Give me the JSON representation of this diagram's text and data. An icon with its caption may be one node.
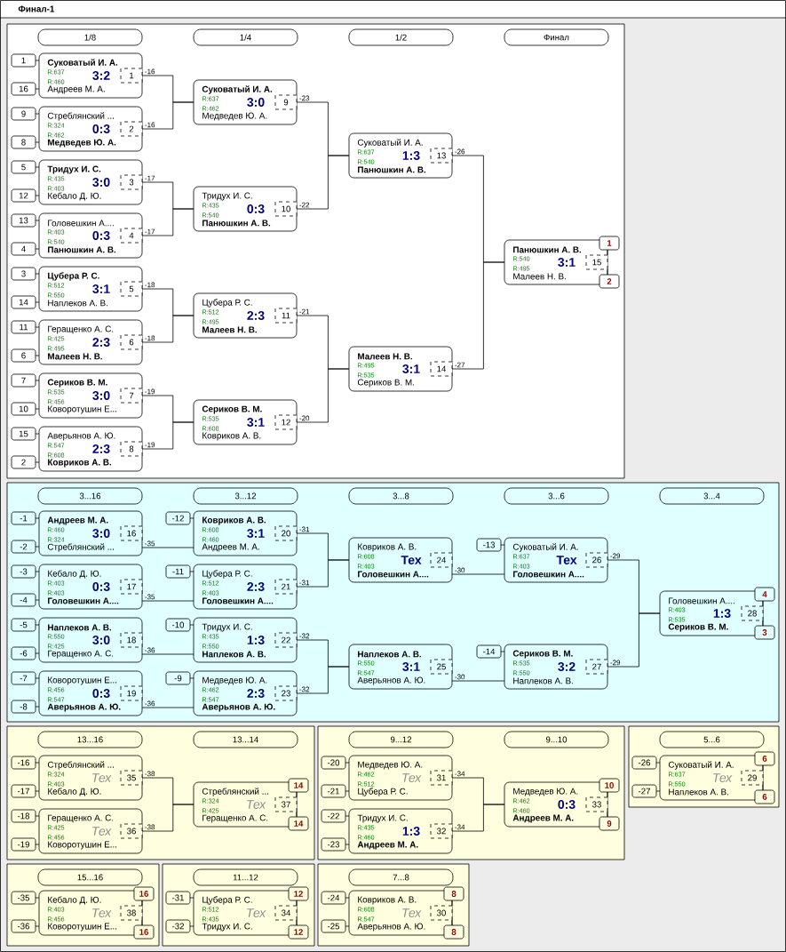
{
  "diagram": {
    "title": "Финал-1",
    "nodes": [
      {
        "text": [],
        "shape": "box"
      },
      {
        "text": [
          "1/8"
        ],
        "in": 0
      },
      {
        "text": [
          "1/4"
        ],
        "in": 0
      },
      {
        "text": [
          "1/2"
        ],
        "in": 0
      },
      {
        "text": [
          "Финал"
        ],
        "in": 0
      },
      {
        "text": [
          "**Суковатый И. А.**",
          "R:637",
          "3:2",
          "R:460",
          "Андреев М. А."
        ],
        "in": 0
      },
      {
        "text": [
          "1"
        ],
        "in": 5
      },
      {
        "text": [
          "1"
        ],
        "in": 0
      },
      {
        "text": [
          "16"
        ],
        "in": 0
      },
      {
        "text": [
          "Стреблянский ...",
          "R:324",
          "0:3",
          "R:462",
          "**Медведев Ю. А.**"
        ],
        "in": 0
      },
      {
        "text": [
          "2"
        ],
        "in": 9
      },
      {
        "text": [
          "9"
        ],
        "in": 0
      },
      {
        "text": [
          "8"
        ],
        "in": 0
      },
      {
        "text": [
          "**Тридух И. С.**",
          "R:435",
          "3:0",
          "R:403",
          "Кебало Д. Ю."
        ],
        "in": 0
      },
      {
        "text": [
          "3"
        ],
        "in": 13
      },
      {
        "text": [
          "5"
        ],
        "in": 0
      },
      {
        "text": [
          "12"
        ],
        "in": 0
      },
      {
        "text": [
          "Головешкин А....",
          "R:403",
          "0:3",
          "R:540",
          "**Панюшкин А. В.**"
        ],
        "in": 0
      },
      {
        "text": [
          "4"
        ],
        "in": 17
      },
      {
        "text": [
          "13"
        ],
        "in": 0
      },
      {
        "text": [
          "4"
        ],
        "in": 0
      },
      {
        "text": [
          "**Цубера Р. С.**",
          "R:512",
          "3:1",
          "R:550",
          "Наплеков А. В."
        ],
        "in": 0
      },
      {
        "text": [
          "5"
        ],
        "in": 21
      },
      {
        "text": [
          "3"
        ],
        "in": 0
      },
      {
        "text": [
          "14"
        ],
        "in": 0
      },
      {
        "text": [
          "Геращенко А. С.",
          "R:425",
          "2:3",
          "R:495",
          "**Малеев Н. В.**"
        ],
        "in": 0
      },
      {
        "text": [
          "6"
        ],
        "in": 25
      },
      {
        "text": [
          "11"
        ],
        "in": 0
      },
      {
        "text": [
          "6"
        ],
        "in": 0
      },
      {
        "text": [
          "**Сериков В. М.**",
          "R:535",
          "3:0",
          "R:456",
          "Коворотушин Е..."
        ],
        "in": 0
      },
      {
        "text": [
          "7"
        ],
        "in": 29
      },
      {
        "text": [
          "7"
        ],
        "in": 0
      },
      {
        "text": [
          "10"
        ],
        "in": 0
      },
      {
        "text": [
          "Аверьянов А. Ю.",
          "R:547",
          "2:3",
          "R:608",
          "**Ковриков А. В.**"
        ],
        "in": 0
      },
      {
        "text": [
          "8"
        ],
        "in": 33
      },
      {
        "text": [
          "15"
        ],
        "in": 0
      },
      {
        "text": [
          "2"
        ],
        "in": 0
      },
      {
        "text": [
          "**Суковатый И. А.**",
          "R:637",
          "3:0",
          "R:462",
          "Медведев Ю. А."
        ],
        "in": 0
      },
      {
        "text": [
          "9"
        ],
        "in": 37
      },
      {
        "text": [
          "Тридух И. С.",
          "R:435",
          "0:3",
          "R:540",
          "**Панюшкин А. В.**"
        ],
        "in": 0
      },
      {
        "text": [
          "10"
        ],
        "in": 39
      },
      {
        "text": [
          "Цубера Р. С.",
          "R:512",
          "2:3",
          "R:495",
          "**Малеев Н. В.**"
        ],
        "in": 0
      },
      {
        "text": [
          "11"
        ],
        "in": 41
      },
      {
        "text": [
          "**Сериков В. М.**",
          "R:535",
          "3:1",
          "R:608",
          "Ковриков А. В."
        ],
        "in": 0
      },
      {
        "text": [
          "12"
        ],
        "in": 43
      },
      {
        "text": [
          "Суковатый И. А.",
          "R:637",
          "1:3",
          "R:540",
          "**Панюшкин А. В.**"
        ],
        "in": 0
      },
      {
        "text": [
          "13"
        ],
        "in": 45
      },
      {
        "text": [
          "**Малеев Н. В.**",
          "R:495",
          "3:1",
          "R:535",
          "Сериков В. М."
        ],
        "in": 0
      },
      {
        "text": [
          "14"
        ],
        "in": 47
      },
      {
        "text": [
          "**Панюшкин А. В.**",
          "R:540",
          "3:1",
          "R:495",
          "Малеев Н. В."
        ],
        "in": 0
      },
      {
        "text": [
          "15"
        ],
        "in": 49
      },
      {
        "text": [
          "1"
        ],
        "in": 0
      },
      {
        "text": [
          "2"
        ],
        "in": 0
      },
      {
        "text": [],
        "shape": "box"
      },
      {
        "text": [
          "3...16"
        ],
        "in": 53
      },
      {
        "text": [
          "3...12"
        ],
        "in": 53
      },
      {
        "text": [
          "3...8"
        ],
        "in": 53
      },
      {
        "text": [
          "3...6"
        ],
        "in": 53
      },
      {
        "text": [
          "3...4"
        ],
        "in": 53
      },
      {
        "text": [
          "**Андреев М. А.**",
          "R:460",
          "3:0",
          "R:324",
          "Стреблянский ..."
        ],
        "in": 53
      },
      {
        "text": [
          "16"
        ],
        "in": 59
      },
      {
        "text": [
          "-1"
        ],
        "in": 53
      },
      {
        "text": [
          "-2"
        ],
        "in": 53
      },
      {
        "text": [
          "Кебало Д. Ю.",
          "R:403",
          "0:3",
          "R:403",
          "**Головешкин А....**"
        ],
        "in": 53
      },
      {
        "text": [
          "17"
        ],
        "in": 63
      },
      {
        "text": [
          "-3"
        ],
        "in": 53
      },
      {
        "text": [
          "-4"
        ],
        "in": 53
      },
      {
        "text": [
          "**Наплеков А. В.**",
          "R:550",
          "3:0",
          "R:425",
          "Геращенко А. С."
        ],
        "in": 53
      },
      {
        "text": [
          "18"
        ],
        "in": 67
      },
      {
        "text": [
          "-5"
        ],
        "in": 53
      },
      {
        "text": [
          "-6"
        ],
        "in": 53
      },
      {
        "text": [
          "Коворотушин Е...",
          "R:456",
          "0:3",
          "R:547",
          "**Аверьянов А. Ю.**"
        ],
        "in": 53
      },
      {
        "text": [
          "19"
        ],
        "in": 71
      },
      {
        "text": [
          "-7"
        ],
        "in": 53
      },
      {
        "text": [
          "-8"
        ],
        "in": 53
      },
      {
        "text": [
          "**Ковриков А. В.**",
          "R:608",
          "3:1",
          "R:460",
          "Андреев М. А."
        ],
        "in": 53
      },
      {
        "text": [
          "20"
        ],
        "in": 75
      },
      {
        "text": [
          "-12"
        ],
        "in": 53
      },
      {
        "text": [
          "Цубера Р. С.",
          "R:512",
          "2:3",
          "R:403",
          "**Головешкин А....**"
        ],
        "in": 53
      },
      {
        "text": [
          "21"
        ],
        "in": 78
      },
      {
        "text": [
          "-11"
        ],
        "in": 53
      },
      {
        "text": [
          "Тридух И. С.",
          "R:435",
          "1:3",
          "R:550",
          "**Наплеков А. В.**"
        ],
        "in": 53
      },
      {
        "text": [
          "22"
        ],
        "in": 81
      },
      {
        "text": [
          "-10"
        ],
        "in": 53
      },
      {
        "text": [
          "Медведев Ю. А.",
          "R:462",
          "2:3",
          "R:547",
          "**Аверьянов А. Ю.**"
        ],
        "in": 53
      },
      {
        "text": [
          "23"
        ],
        "in": 84
      },
      {
        "text": [
          "-9"
        ],
        "in": 53
      },
      {
        "text": [
          "Ковриков А. В.",
          "R:608",
          "Тех",
          "R:403",
          "**Головешкин А....**"
        ],
        "in": 53
      },
      {
        "text": [
          "24"
        ],
        "in": 87
      },
      {
        "text": [
          "**Наплеков А. В.**",
          "R:550",
          "3:1",
          "R:547",
          "Аверьянов А. Ю."
        ],
        "in": 53
      },
      {
        "text": [
          "25"
        ],
        "in": 89
      },
      {
        "text": [
          "Суковатый И. А.",
          "R:637",
          "Тех",
          "R:403",
          "**Головешкин А....**"
        ],
        "in": 53
      },
      {
        "text": [
          "26"
        ],
        "in": 91
      },
      {
        "text": [
          "-13"
        ],
        "in": 53
      },
      {
        "text": [
          "**Сериков В. М.**",
          "R:535",
          "3:2",
          "R:550",
          "Наплеков А. В."
        ],
        "in": 53
      },
      {
        "text": [
          "27"
        ],
        "in": 94
      },
      {
        "text": [
          "-14"
        ],
        "in": 53
      },
      {
        "text": [
          "Головешкин А....",
          "R:403",
          "1:3",
          "R:535",
          "**Сериков В. М.**"
        ],
        "in": 53
      },
      {
        "text": [
          "28"
        ],
        "in": 97
      },
      {
        "text": [
          "4"
        ],
        "in": 53
      },
      {
        "text": [
          "3"
        ],
        "in": 53
      },
      {
        "text": [],
        "shape": "box"
      },
      {
        "text": [
          "13...16"
        ],
        "in": 101
      },
      {
        "text": [
          "13...14"
        ],
        "in": 101
      },
      {
        "text": [
          "Стреблянский ...",
          "R:324",
          "Тех",
          "R:403",
          "Кебало Д. Ю."
        ],
        "in": 101
      },
      {
        "text": [
          "35"
        ],
        "in": 104
      },
      {
        "text": [
          "-16"
        ],
        "in": 101
      },
      {
        "text": [
          "-17"
        ],
        "in": 101
      },
      {
        "text": [
          "Геращенко А. С.",
          "R:425",
          "Тех",
          "R:456",
          "Коворотушин Е..."
        ],
        "in": 101
      },
      {
        "text": [
          "36"
        ],
        "in": 108
      },
      {
        "text": [
          "-18"
        ],
        "in": 101
      },
      {
        "text": [
          "-19"
        ],
        "in": 101
      },
      {
        "text": [
          "Стреблянский ...",
          "R:324",
          "Тех",
          "R:425",
          "Геращенко А. С."
        ],
        "in": 101
      },
      {
        "text": [
          "37"
        ],
        "in": 112
      },
      {
        "text": [
          "14"
        ],
        "in": 101
      },
      {
        "text": [
          "14"
        ],
        "in": 101
      },
      {
        "text": [],
        "shape": "box"
      },
      {
        "text": [
          "9...12"
        ],
        "in": 116
      },
      {
        "text": [
          "9...10"
        ],
        "in": 116
      },
      {
        "text": [
          "Медведев Ю. А.",
          "R:462",
          "Тех",
          "R:512",
          "Цубера Р. С."
        ],
        "in": 116
      },
      {
        "text": [
          "31"
        ],
        "in": 119
      },
      {
        "text": [
          "-20"
        ],
        "in": 116
      },
      {
        "text": [
          "-21"
        ],
        "in": 116
      },
      {
        "text": [
          "Тридух И. С.",
          "R:435",
          "1:3",
          "R:460",
          "**Андреев М. А.**"
        ],
        "in": 116
      },
      {
        "text": [
          "32"
        ],
        "in": 123
      },
      {
        "text": [
          "-22"
        ],
        "in": 116
      },
      {
        "text": [
          "-23"
        ],
        "in": 116
      },
      {
        "text": [
          "Медведев Ю. А.",
          "R:462",
          "0:3",
          "R:460",
          "**Андреев М. А.**"
        ],
        "in": 116
      },
      {
        "text": [
          "33"
        ],
        "in": 127
      },
      {
        "text": [
          "10"
        ],
        "in": 116
      },
      {
        "text": [
          "9"
        ],
        "in": 116
      },
      {
        "text": [],
        "shape": "box"
      },
      {
        "text": [
          "5...6"
        ],
        "in": 131
      },
      {
        "text": [
          "Суковатый И. А.",
          "R:637",
          "Тех",
          "R:550",
          "Наплеков А. В."
        ],
        "in": 131
      },
      {
        "text": [
          "29"
        ],
        "in": 133
      },
      {
        "text": [
          "-26"
        ],
        "in": 131
      },
      {
        "text": [
          "-27"
        ],
        "in": 131
      },
      {
        "text": [
          "6"
        ],
        "in": 131
      },
      {
        "text": [
          "6"
        ],
        "in": 131
      },
      {
        "text": [],
        "shape": "box"
      },
      {
        "text": [
          "15...16"
        ],
        "in": 139
      },
      {
        "text": [
          "Кебало Д. Ю.",
          "R:403",
          "Тех",
          "R:456",
          "Коворотушин Е..."
        ],
        "in": 139
      },
      {
        "text": [
          "38"
        ],
        "in": 141
      },
      {
        "text": [
          "-35"
        ],
        "in": 139
      },
      {
        "text": [
          "-36"
        ],
        "in": 139
      },
      {
        "text": [
          "16"
        ],
        "in": 139
      },
      {
        "text": [
          "16"
        ],
        "in": 139
      },
      {
        "text": [],
        "shape": "box"
      },
      {
        "text": [
          "11...12"
        ],
        "in": 147
      },
      {
        "text": [
          "Цубера Р. С.",
          "R:512",
          "Тех",
          "R:435",
          "Тридух И. С."
        ],
        "in": 147
      },
      {
        "text": [
          "34"
        ],
        "in": 149
      },
      {
        "text": [
          "-31"
        ],
        "in": 147
      },
      {
        "text": [
          "-32"
        ],
        "in": 147
      },
      {
        "text": [
          "12"
        ],
        "in": 147
      },
      {
        "text": [
          "12"
        ],
        "in": 147
      },
      {
        "text": [],
        "shape": "box"
      },
      {
        "text": [
          "7...8"
        ],
        "in": 155
      },
      {
        "text": [
          "Ковриков А. В.",
          "R:608",
          "Тех",
          "R:547",
          "Аверьянов А. Ю."
        ],
        "in": 155
      },
      {
        "text": [
          "30"
        ],
        "in": 157
      },
      {
        "text": [
          "-24"
        ],
        "in": 155
      },
      {
        "text": [
          "-25"
        ],
        "in": 155
      },
      {
        "text": [
          "8"
        ],
        "in": 155
      },
      {
        "text": [
          "8"
        ],
        "in": 155
      }
    ],
    "edges": [
      {
        "from": 7,
        "to": 5,
        "arrow": "none"
      },
      {
        "from": 8,
        "to": 5,
        "arrow": "none"
      },
      {
        "from": 11,
        "to": 9,
        "arrow": "none"
      },
      {
        "from": 12,
        "to": 9,
        "arrow": "none"
      },
      {
        "from": 15,
        "to": 13,
        "arrow": "none"
      },
      {
        "from": 16,
        "to": 13,
        "arrow": "none"
      },
      {
        "from": 19,
        "to": 17,
        "arrow": "none"
      },
      {
        "from": 20,
        "to": 17,
        "arrow": "none"
      },
      {
        "from": 23,
        "to": 21,
        "arrow": "none"
      },
      {
        "from": 24,
        "to": 21,
        "arrow": "none"
      },
      {
        "from": 27,
        "to": 25,
        "arrow": "none"
      },
      {
        "from": 28,
        "to": 25,
        "arrow": "none"
      },
      {
        "from": 31,
        "to": 29,
        "arrow": "none"
      },
      {
        "from": 32,
        "to": 29,
        "arrow": "none"
      },
      {
        "from": 35,
        "to": 33,
        "arrow": "none"
      },
      {
        "from": 36,
        "to": 33,
        "arrow": "none"
      },
      {
        "from": 5,
        "to": 37,
        "label": "-16",
        "arrow": "none"
      },
      {
        "from": 9,
        "to": 37,
        "label": "-16",
        "arrow": "none"
      },
      {
        "from": 13,
        "to": 39,
        "label": "-17",
        "arrow": "none"
      },
      {
        "from": 17,
        "to": 39,
        "label": "-17",
        "arrow": "none"
      },
      {
        "from": 21,
        "to": 41,
        "label": "-18",
        "arrow": "none"
      },
      {
        "from": 25,
        "to": 41,
        "label": "-18",
        "arrow": "none"
      },
      {
        "from": 29,
        "to": 43,
        "label": "-19",
        "arrow": "none"
      },
      {
        "from": 33,
        "to": 43,
        "label": "-19",
        "arrow": "none"
      },
      {
        "from": 37,
        "to": 45,
        "label": "-23",
        "arrow": "none"
      },
      {
        "from": 39,
        "to": 45,
        "label": "-22",
        "arrow": "none"
      },
      {
        "from": 41,
        "to": 47,
        "label": "-21",
        "arrow": "none"
      },
      {
        "from": 43,
        "to": 47,
        "label": "-20",
        "arrow": "none"
      },
      {
        "from": 45,
        "to": 49,
        "label": "-26",
        "arrow": "none"
      },
      {
        "from": 47,
        "to": 49,
        "label": "-27",
        "arrow": "none"
      },
      {
        "from": 51,
        "to": 50,
        "arrow": "none"
      },
      {
        "from": 52,
        "to": 50,
        "arrow": "none"
      },
      {
        "from": 61,
        "to": 59,
        "arrow": "none"
      },
      {
        "from": 62,
        "to": 59,
        "arrow": "none"
      },
      {
        "from": 65,
        "to": 63,
        "arrow": "none"
      },
      {
        "from": 66,
        "to": 63,
        "arrow": "none"
      },
      {
        "from": 69,
        "to": 67,
        "arrow": "none"
      },
      {
        "from": 70,
        "to": 67,
        "arrow": "none"
      },
      {
        "from": 73,
        "to": 71,
        "arrow": "none"
      },
      {
        "from": 74,
        "to": 71,
        "arrow": "none"
      },
      {
        "from": 77,
        "to": 75,
        "arrow": "none"
      },
      {
        "from": 80,
        "to": 78,
        "arrow": "none"
      },
      {
        "from": 83,
        "to": 81,
        "arrow": "none"
      },
      {
        "from": 86,
        "to": 84,
        "arrow": "none"
      },
      {
        "from": 93,
        "to": 91,
        "arrow": "none"
      },
      {
        "from": 96,
        "to": 94,
        "arrow": "none"
      },
      {
        "from": 59,
        "to": 75,
        "label": "-35",
        "arrow": "none"
      },
      {
        "from": 63,
        "to": 78,
        "label": "-35",
        "arrow": "none"
      },
      {
        "from": 67,
        "to": 81,
        "label": "-36",
        "arrow": "none"
      },
      {
        "from": 71,
        "to": 84,
        "label": "-36",
        "arrow": "none"
      },
      {
        "from": 75,
        "to": 87,
        "label": "-31",
        "arrow": "none"
      },
      {
        "from": 78,
        "to": 87,
        "label": "-31",
        "arrow": "none"
      },
      {
        "from": 81,
        "to": 89,
        "label": "-32",
        "arrow": "none"
      },
      {
        "from": 84,
        "to": 89,
        "label": "-32",
        "arrow": "none"
      },
      {
        "from": 87,
        "to": 91,
        "label": "-30",
        "arrow": "none"
      },
      {
        "from": 89,
        "to": 94,
        "label": "-30",
        "arrow": "none"
      },
      {
        "from": 91,
        "to": 97,
        "label": "-29",
        "arrow": "none"
      },
      {
        "from": 94,
        "to": 97,
        "label": "-29",
        "arrow": "none"
      },
      {
        "from": 99,
        "to": 98,
        "arrow": "none"
      },
      {
        "from": 100,
        "to": 98,
        "arrow": "none"
      },
      {
        "from": 106,
        "to": 104,
        "arrow": "none"
      },
      {
        "from": 107,
        "to": 104,
        "arrow": "none"
      },
      {
        "from": 110,
        "to": 108,
        "arrow": "none"
      },
      {
        "from": 111,
        "to": 108,
        "arrow": "none"
      },
      {
        "from": 104,
        "to": 112,
        "label": "-38",
        "arrow": "none"
      },
      {
        "from": 108,
        "to": 112,
        "label": "-38",
        "arrow": "none"
      },
      {
        "from": 114,
        "to": 113,
        "arrow": "none"
      },
      {
        "from": 115,
        "to": 113,
        "arrow": "none"
      },
      {
        "from": 121,
        "to": 119,
        "arrow": "none"
      },
      {
        "from": 122,
        "to": 119,
        "arrow": "none"
      },
      {
        "from": 125,
        "to": 123,
        "arrow": "none"
      },
      {
        "from": 126,
        "to": 123,
        "arrow": "none"
      },
      {
        "from": 119,
        "to": 127,
        "label": "-34",
        "arrow": "none"
      },
      {
        "from": 123,
        "to": 127,
        "label": "-34",
        "arrow": "none"
      },
      {
        "from": 129,
        "to": 128,
        "arrow": "none"
      },
      {
        "from": 130,
        "to": 128,
        "arrow": "none"
      },
      {
        "from": 135,
        "to": 133,
        "arrow": "none"
      },
      {
        "from": 136,
        "to": 133,
        "arrow": "none"
      },
      {
        "from": 137,
        "to": 134,
        "arrow": "none"
      },
      {
        "from": 138,
        "to": 134,
        "arrow": "none"
      },
      {
        "from": 143,
        "to": 141,
        "arrow": "none"
      },
      {
        "from": 144,
        "to": 141,
        "arrow": "none"
      },
      {
        "from": 145,
        "to": 142,
        "arrow": "none"
      },
      {
        "from": 146,
        "to": 142,
        "arrow": "none"
      },
      {
        "from": 151,
        "to": 149,
        "arrow": "none"
      },
      {
        "from": 152,
        "to": 149,
        "arrow": "none"
      },
      {
        "from": 153,
        "to": 150,
        "arrow": "none"
      },
      {
        "from": 154,
        "to": 150,
        "arrow": "none"
      },
      {
        "from": 159,
        "to": 157,
        "arrow": "none"
      },
      {
        "from": 160,
        "to": 157,
        "arrow": "none"
      },
      {
        "from": 161,
        "to": 158,
        "arrow": "none"
      },
      {
        "from": 162,
        "to": 158,
        "arrow": "none"
      }
    ]
  }
}
